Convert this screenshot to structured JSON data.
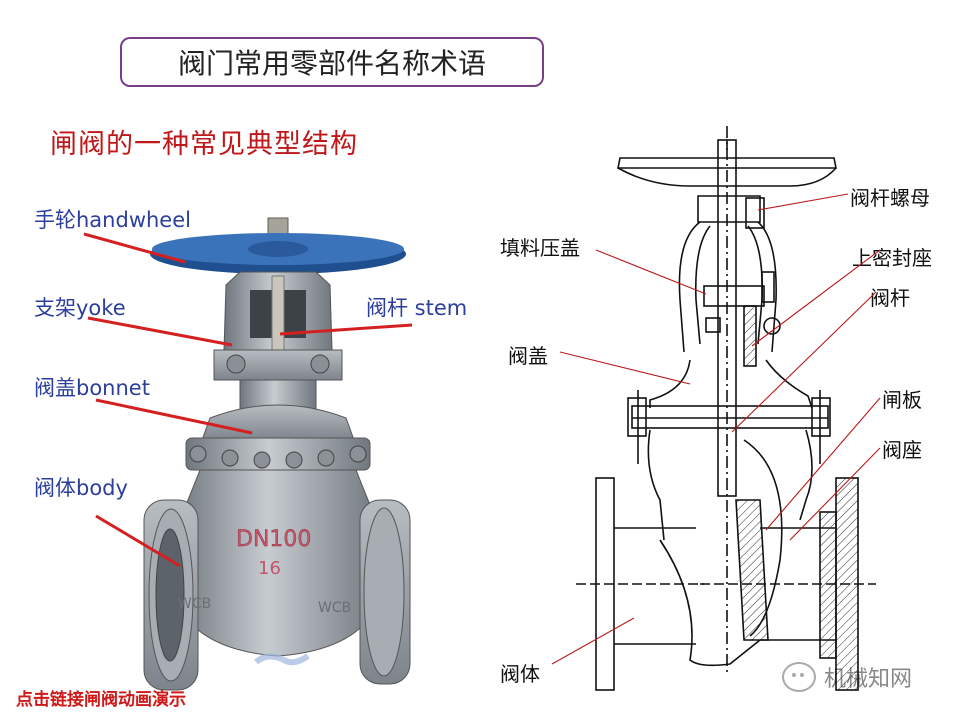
{
  "title": "阀门常用零部件名称术语",
  "subtitle": "闸阀的一种常见典型结构",
  "photo_labels": {
    "handwheel": "手轮handwheel",
    "yoke": "支架yoke",
    "stem": "阀杆 stem",
    "bonnet": "阀盖bonnet",
    "body": "阀体body"
  },
  "valve_markings": {
    "size": "DN100",
    "pressure": "16",
    "material_left": "WCB",
    "material_right": "WCB"
  },
  "drawing_labels": {
    "stem_nut": "阀杆螺母",
    "gland": "填料压盖",
    "upper_seat": "上密封座",
    "stem": "阀杆",
    "bonnet": "阀盖",
    "gate": "闸板",
    "seat": "阀座",
    "body": "阀体"
  },
  "footer_link": "点击链接闸阀动画演示",
  "brand": "机械知网",
  "colors": {
    "title_border": "#7a3f8c",
    "subtitle": "#c0181a",
    "photo_label": "#2c3e9e",
    "leader_red": "#d42020",
    "handwheel": "#2f62a8",
    "valve_gray": "#9aa0a6"
  }
}
